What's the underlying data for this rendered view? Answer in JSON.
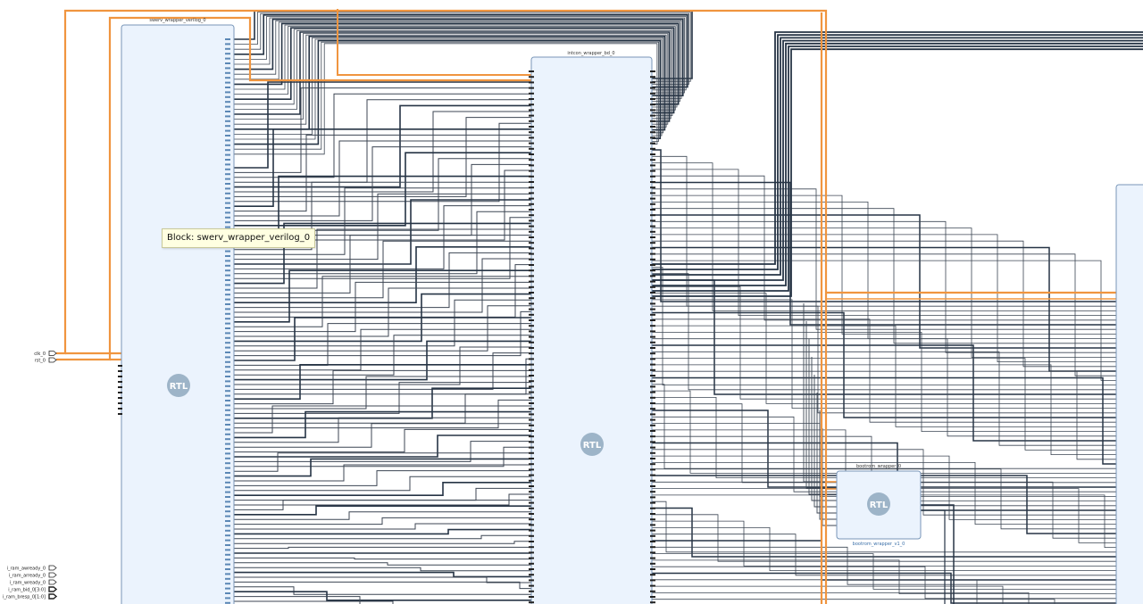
{
  "colors": {
    "canvas_bg": "#ffffff",
    "block_fill": "#ebf3fd",
    "block_stroke": "#7896b8",
    "bus_net": "#263445",
    "wire_net": "#3c4653",
    "clock_net": "#f0953f",
    "rtl_badge": "#9db4c8",
    "tooltip_bg": "#ffffe1"
  },
  "blocks": [
    {
      "id": "swerv",
      "title": "swerv_wrapper_verilog_0",
      "badge": "RTL",
      "subtitle": ""
    },
    {
      "id": "intcon",
      "title": "intcon_wrapper_bd_0",
      "badge": "RTL",
      "subtitle": ""
    },
    {
      "id": "bootrom",
      "title": "bootrom_wrapper_0",
      "badge": "RTL",
      "subtitle": "bootrom_wrapper_v1_0"
    }
  ],
  "ports_left": [
    {
      "label": "clk_0",
      "net": "clock",
      "icon": "input-port-icon"
    },
    {
      "label": "rst_0",
      "net": "clock",
      "icon": "input-port-icon"
    }
  ],
  "ports_bottom_left": [
    {
      "label": "i_ram_awready_0",
      "icon": "input-port-icon"
    },
    {
      "label": "i_ram_arready_0",
      "icon": "input-port-icon"
    },
    {
      "label": "i_ram_wready_0",
      "icon": "input-port-icon"
    },
    {
      "label": "i_ram_bid_0[3:0]",
      "icon": "input-bus-port-icon"
    },
    {
      "label": "i_ram_bresp_0[1:0]",
      "icon": "input-bus-port-icon"
    }
  ],
  "tooltip": {
    "text": "Block: swerv_wrapper_verilog_0"
  }
}
